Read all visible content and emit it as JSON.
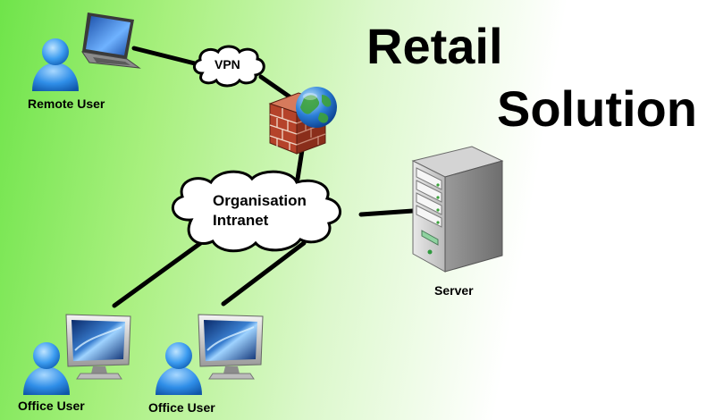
{
  "title": {
    "line1": "Retail",
    "line2": "Solution"
  },
  "nodes": {
    "remote_user": "Remote User",
    "vpn": "VPN",
    "intranet_line1": "Organisation",
    "intranet_line2": "Intranet",
    "server": "Server",
    "office_user_1": "Office User",
    "office_user_2": "Office User"
  },
  "colors": {
    "background_left": "#6fe44a",
    "background_right": "#ffffff",
    "line": "#000000",
    "user_blue": "#1e7fd8",
    "brick": "#b5432a",
    "server_gray": "#c8c8c8"
  }
}
